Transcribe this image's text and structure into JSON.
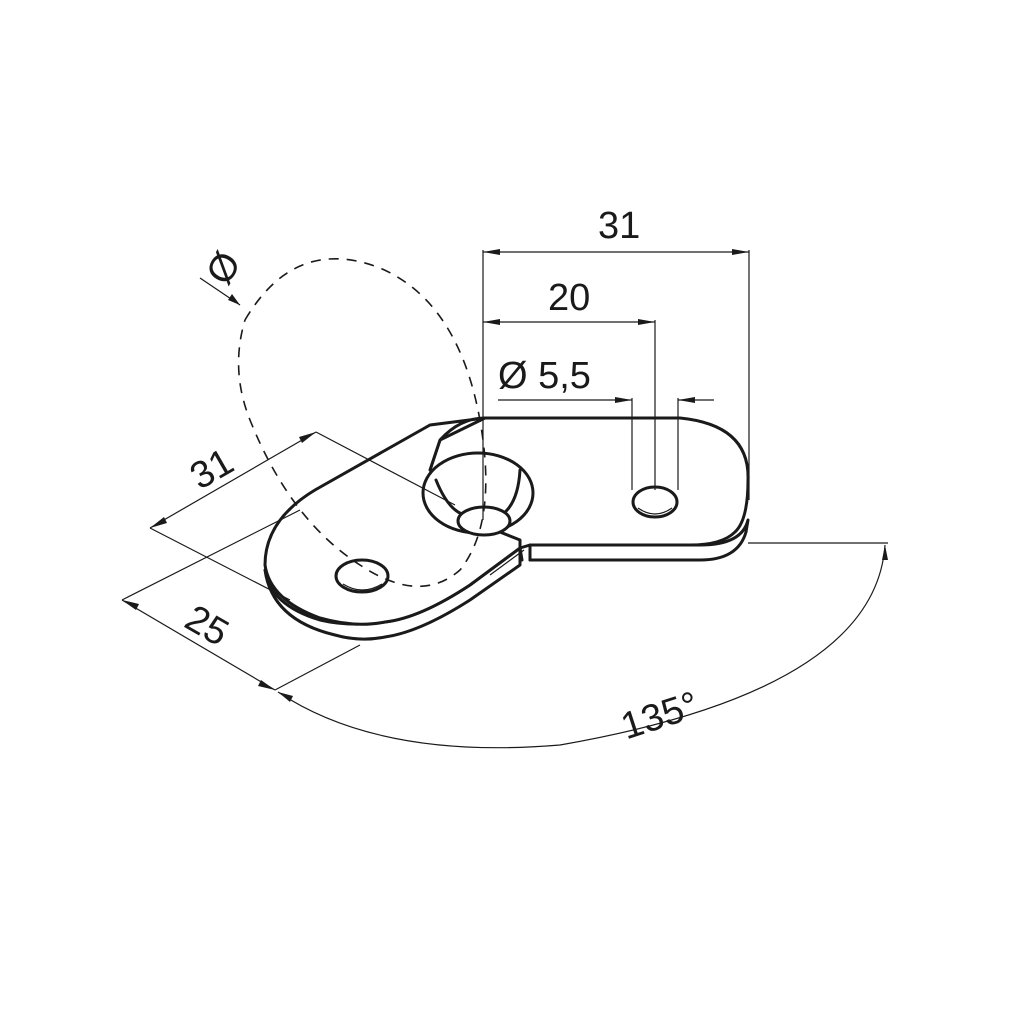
{
  "dimensions": {
    "top_width": "31",
    "hole_spacing": "20",
    "hole_diameter": "Ø 5,5",
    "side_length": "31",
    "side_width": "25",
    "angle": "135°",
    "tube_diameter": "Ø"
  },
  "colors": {
    "line": "#1a1a1a",
    "background": "#ffffff"
  }
}
